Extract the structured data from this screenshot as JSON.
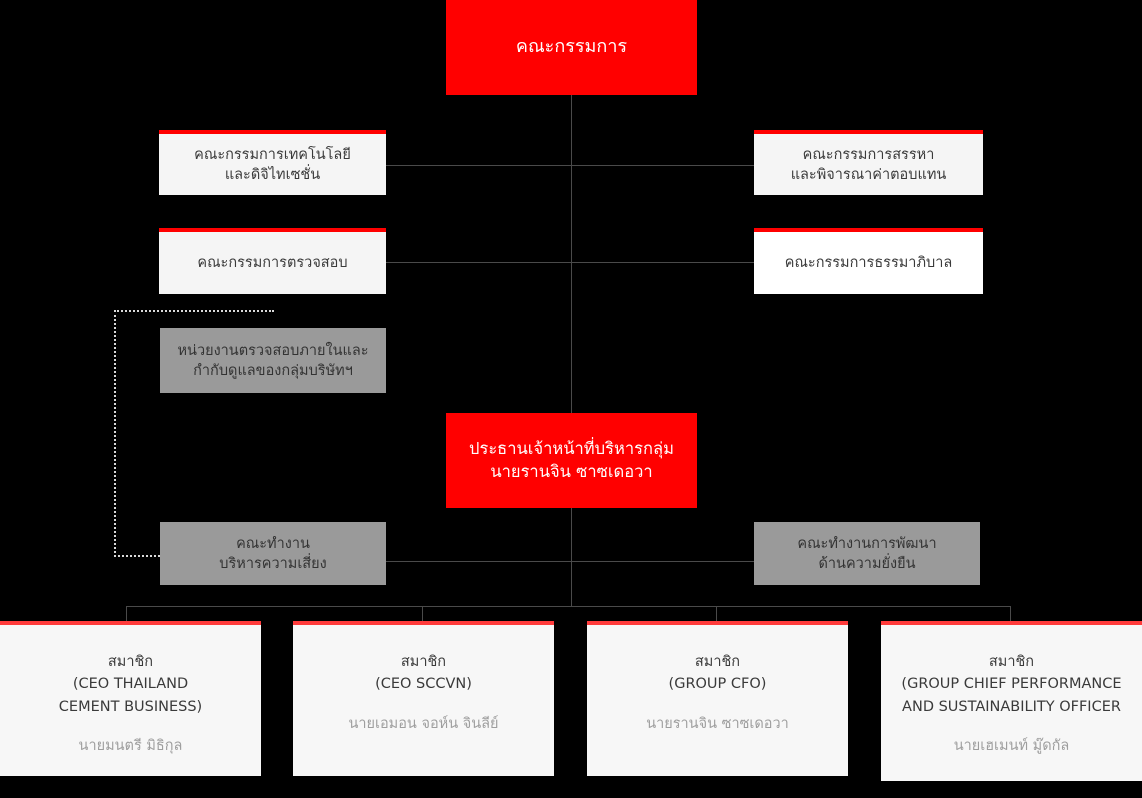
{
  "colors": {
    "background": "#000000",
    "accent_red": "#ff0000",
    "box_light": "#f5f5f5",
    "box_white": "#ffffff",
    "box_gray": "#9a9a9a",
    "line": "#4a4a4a",
    "dotted_line": "#d8d8d8",
    "member_name_text": "#9e9e9e",
    "body_text": "#3a3a3a"
  },
  "board": {
    "title": "คณะกรรมการ"
  },
  "committees": {
    "technology": {
      "title": "คณะกรรมการเทคโนโลยี\nและดิจิไทเซชั่น"
    },
    "nomination": {
      "title": "คณะกรรมการสรรหา\nและพิจารณาค่าตอบแทน"
    },
    "audit": {
      "title": "คณะกรรมการตรวจสอบ"
    },
    "governance": {
      "title": "คณะกรรมการธรรมาภิบาล"
    }
  },
  "internal_audit": {
    "title": "หน่วยงานตรวจสอบภายในและ\nกำกับดูแลของกลุ่มบริษัทฯ"
  },
  "ceo": {
    "title": "ประธานเจ้าหน้าที่บริหารกลุ่ม",
    "name": "นายรานจิน ซาซเดอวา"
  },
  "working_groups": {
    "risk": {
      "title": "คณะทำงาน\nบริหารความเสี่ยง"
    },
    "sustainability": {
      "title": "คณะทำงานการพัฒนา\nด้านความยั่งยืน"
    }
  },
  "members": [
    {
      "title": "สมาชิก\n(CEO THAILAND\nCEMENT BUSINESS)",
      "name": "นายมนตรี มิธิกุล"
    },
    {
      "title": "สมาชิก\n(CEO SCCVN)",
      "name": "นายเอมอน จอห์น จินลีย์"
    },
    {
      "title": "สมาชิก\n(GROUP CFO)",
      "name": "นายรานจิน ซาซเดอวา"
    },
    {
      "title": "สมาชิก\n(GROUP CHIEF PERFORMANCE\nAND SUSTAINABILITY OFFICER",
      "name": "นายเฮเมนท์ มู๊ดกัล"
    }
  ]
}
